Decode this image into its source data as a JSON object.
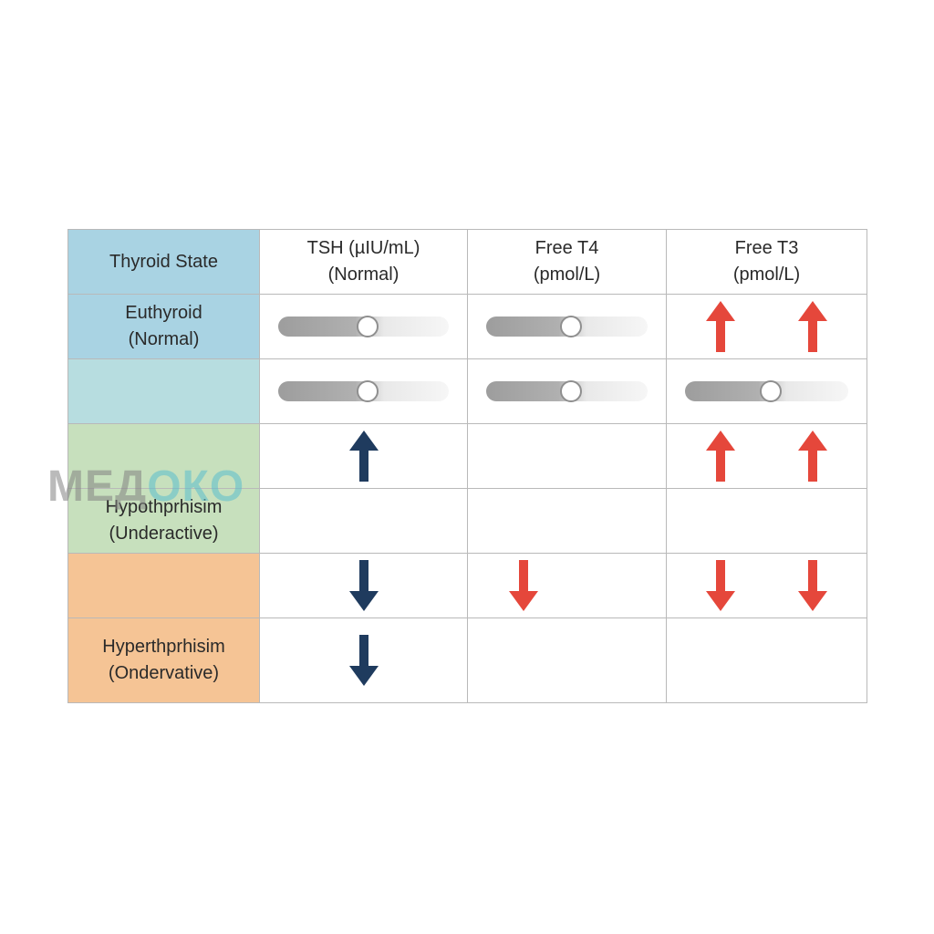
{
  "table": {
    "header": {
      "state": "Thyroid State",
      "tsh": [
        "TSH (µIU/mL)",
        "(Normal)"
      ],
      "t4": [
        "Free T4",
        "(pmol/L)"
      ],
      "t3": [
        "Free T3",
        "(pmol/L)"
      ]
    },
    "rows": [
      {
        "state": [
          "Euthyroid",
          "(Normal)"
        ],
        "color": "#a9d3e3",
        "tsh": {
          "kind": "slider",
          "level": 0.52
        },
        "t4": {
          "kind": "slider",
          "level": 0.52
        },
        "t3": {
          "kind": "arrows",
          "arrows": [
            "up",
            "up"
          ],
          "color": "#e5473b"
        }
      },
      {
        "state": [
          "",
          ""
        ],
        "color": "#b7dde0",
        "tsh": {
          "kind": "slider",
          "level": 0.52
        },
        "t4": {
          "kind": "slider",
          "level": 0.52
        },
        "t3": {
          "kind": "slider",
          "level": 0.52
        }
      },
      {
        "state": [
          "",
          ""
        ],
        "color": "#c7e0bd",
        "tsh": {
          "kind": "arrows",
          "arrows": [
            "up"
          ],
          "color": "#1f3b5e"
        },
        "t4": {
          "kind": "empty"
        },
        "t3": {
          "kind": "arrows",
          "arrows": [
            "up",
            "up"
          ],
          "color": "#e5473b"
        }
      },
      {
        "state": [
          "Hypothprhisim",
          "(Underactive)"
        ],
        "color": "#c7e0bd",
        "tsh": {
          "kind": "empty"
        },
        "t4": {
          "kind": "empty"
        },
        "t3": {
          "kind": "empty"
        }
      },
      {
        "state": [
          "",
          ""
        ],
        "color": "#f5c495",
        "tsh": {
          "kind": "arrows",
          "arrows": [
            "down"
          ],
          "color": "#1f3b5e"
        },
        "t4": {
          "kind": "arrows",
          "arrows": [
            "down"
          ],
          "color": "#e5473b"
        },
        "t3": {
          "kind": "arrows",
          "arrows": [
            "down",
            "down"
          ],
          "color": "#e5473b"
        }
      },
      {
        "state": [
          "Hyperthprhisim",
          "(Ondervative)"
        ],
        "color": "#f5c495",
        "tsh": {
          "kind": "arrows",
          "arrows": [
            "down"
          ],
          "color": "#1f3b5e"
        },
        "t4": {
          "kind": "empty"
        },
        "t3": {
          "kind": "empty"
        }
      }
    ]
  },
  "watermark": {
    "text_a": "МЕД",
    "text_b": "ОКО"
  },
  "icons": {
    "arrow_up": "arrow-up-icon",
    "arrow_down": "arrow-down-icon",
    "slider": "level-slider"
  }
}
